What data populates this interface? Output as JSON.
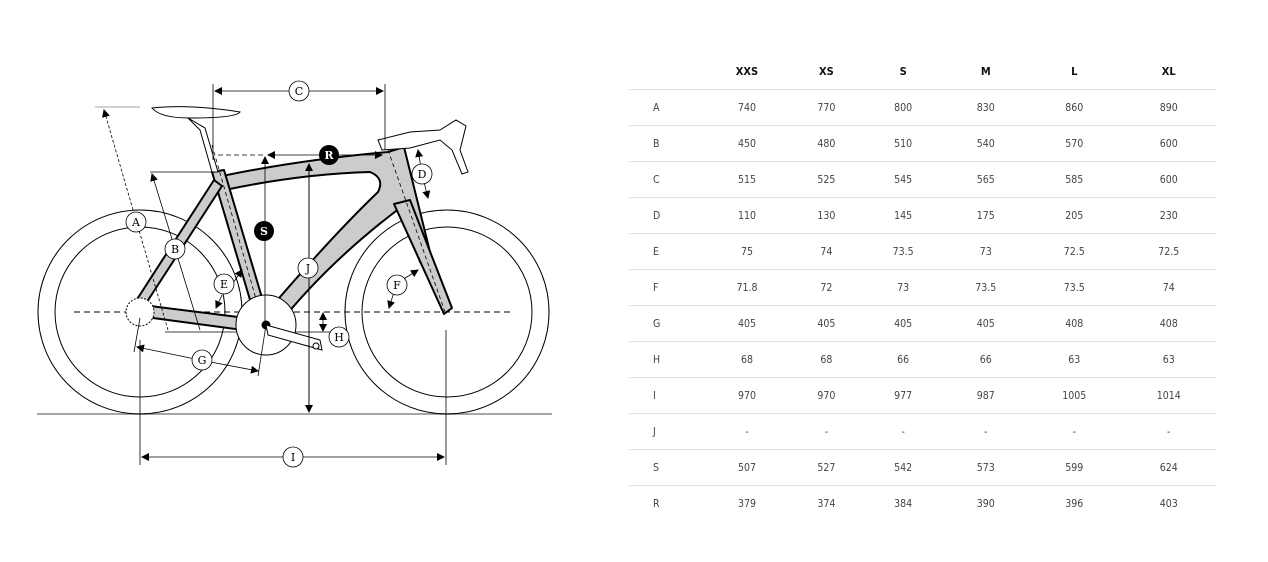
{
  "diagram": {
    "labels": {
      "A": "A",
      "B": "B",
      "C": "C",
      "D": "D",
      "E": "E",
      "F": "F",
      "G": "G",
      "H": "H",
      "I": "I",
      "J": "J",
      "S": "S",
      "R": "R"
    },
    "colors": {
      "frame_fill": "#cccccc",
      "line": "#000000",
      "ground": "#888888"
    }
  },
  "table": {
    "headers": [
      "",
      "XXS",
      "XS",
      "S",
      "M",
      "L",
      "XL"
    ],
    "rows": [
      {
        "dim": "A",
        "values": [
          "740",
          "770",
          "800",
          "830",
          "860",
          "890"
        ]
      },
      {
        "dim": "B",
        "values": [
          "450",
          "480",
          "510",
          "540",
          "570",
          "600"
        ]
      },
      {
        "dim": "C",
        "values": [
          "515",
          "525",
          "545",
          "565",
          "585",
          "600"
        ]
      },
      {
        "dim": "D",
        "values": [
          "110",
          "130",
          "145",
          "175",
          "205",
          "230"
        ]
      },
      {
        "dim": "E",
        "values": [
          "75",
          "74",
          "73.5",
          "73",
          "72.5",
          "72.5"
        ]
      },
      {
        "dim": "F",
        "values": [
          "71.8",
          "72",
          "73",
          "73.5",
          "73.5",
          "74"
        ]
      },
      {
        "dim": "G",
        "values": [
          "405",
          "405",
          "405",
          "405",
          "408",
          "408"
        ]
      },
      {
        "dim": "H",
        "values": [
          "68",
          "68",
          "66",
          "66",
          "63",
          "63"
        ]
      },
      {
        "dim": "I",
        "values": [
          "970",
          "970",
          "977",
          "987",
          "1005",
          "1014"
        ]
      },
      {
        "dim": "J",
        "values": [
          "-",
          "-",
          "-",
          "-",
          "-",
          "-"
        ]
      },
      {
        "dim": "S",
        "values": [
          "507",
          "527",
          "542",
          "573",
          "599",
          "624"
        ]
      },
      {
        "dim": "R",
        "values": [
          "379",
          "374",
          "384",
          "390",
          "396",
          "403"
        ]
      }
    ]
  }
}
